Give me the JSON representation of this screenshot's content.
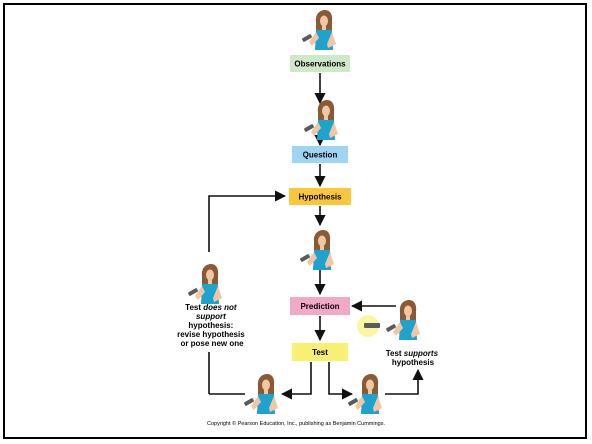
{
  "colors": {
    "observations_box": "#cfe8c8",
    "question_box": "#9fd4f2",
    "hypothesis_box": "#fcc63a",
    "prediction_box": "#f4a8c8",
    "test_box": "#f8f070",
    "arrow": "#111111",
    "shirt": "#1ea3cf",
    "hair": "#8a5a36",
    "skin": "#f0c6a4",
    "flashlight": "#5b5b5b",
    "glow": "#fbf6a0"
  },
  "boxes": {
    "observations": "Observations",
    "question": "Question",
    "hypothesis": "Hypothesis",
    "prediction": "Prediction",
    "test": "Test"
  },
  "notes": {
    "not_support": {
      "line1_prefix": "Test ",
      "line1_em": "does not",
      "line2_em": "support",
      "line3": "hypothesis:",
      "line4": "revise hypothesis",
      "line5": "or pose new one"
    },
    "supports": {
      "line1_prefix": "Test ",
      "line1_em": "supports",
      "line2": "hypothesis"
    }
  },
  "figures": [
    "person-with-flashlight-icon",
    "person-with-flashlight-icon",
    "person-with-flashlight-icon",
    "person-with-flashlight-icon",
    "person-with-lit-flashlight-icon",
    "person-with-flashlight-icon",
    "person-with-flashlight-icon"
  ],
  "copyright": "Copyright © Pearson Education, Inc., publishing as Benjamin Cummings."
}
